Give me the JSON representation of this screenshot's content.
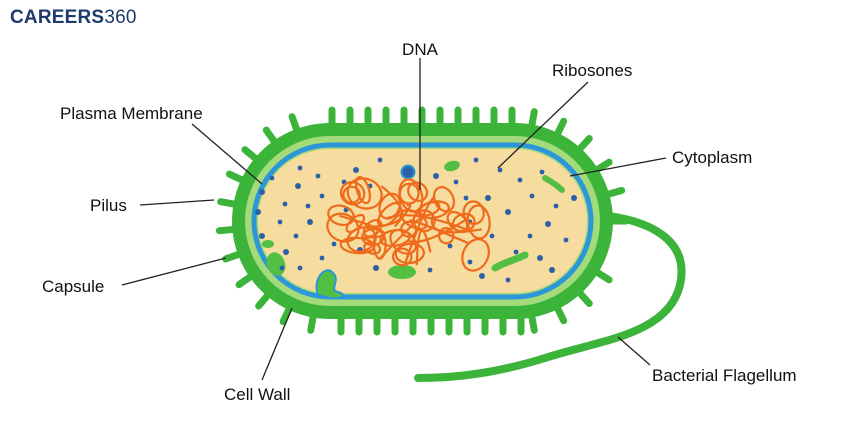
{
  "brand": {
    "name": "CAREERS",
    "number": "360"
  },
  "colors": {
    "capsule": "#3cb43a",
    "cell_wall": "#a4db7a",
    "membrane": "#2c96d8",
    "cytoplasm": "#f7dc9f",
    "dna": "#ef6a1a",
    "ribosome": "#2b5fa6",
    "organelle": "#52bf43",
    "label_line": "#222222"
  },
  "labels": {
    "dna": "DNA",
    "ribosomes": "Ribosones",
    "plasma_membrane": "Plasma Membrane",
    "cytoplasm": "Cytoplasm",
    "pilus": "Pilus",
    "capsule": "Capsule",
    "cell_wall": "Cell Wall",
    "bacterial_flagellum": "Bacterial Flagellum"
  }
}
